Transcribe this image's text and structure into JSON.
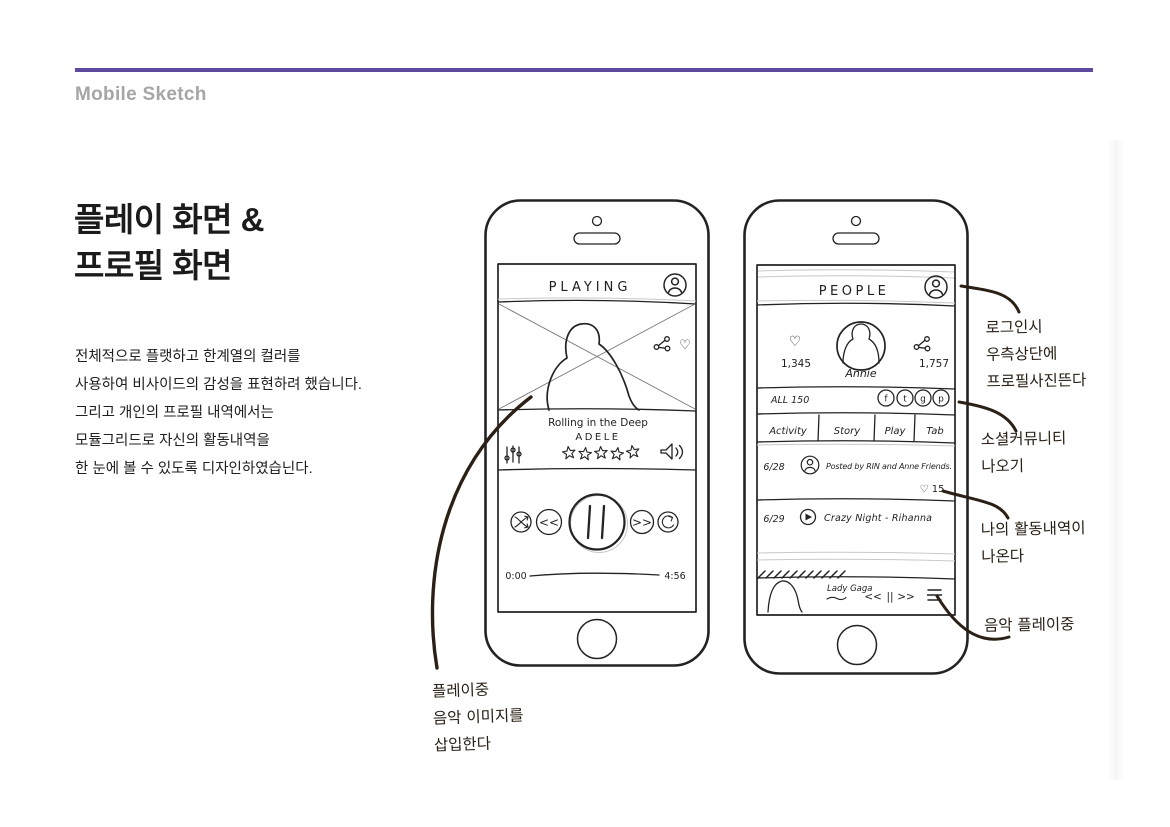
{
  "page": {
    "eyebrow": "Mobile Sketch",
    "title_lines": [
      "플레이 화면 &",
      "프로필 화면"
    ],
    "body_lines": [
      "전체적으로 플랫하고 한계열의 컬러를",
      "사용하여 비사이드의 감성을 표현하려 했습니다.",
      "그리고 개인의 프로필 내역에서는",
      "모듈그리드로 자신의 활동내역을",
      "한 눈에 볼 수 있도록 디자인하였습닌다."
    ],
    "accent_color": "#5b4a9e",
    "ink_color": "#2a2016"
  },
  "play_screen": {
    "header": "PLAYING",
    "song_title": "Rolling in the Deep",
    "artist": "ADELE",
    "rating_stars": 5,
    "heart_glyph": "♡",
    "controls": {
      "rewind": "<<",
      "pause_left": "",
      "forward": ">>"
    },
    "time_start": "0:00",
    "time_end": "4:56"
  },
  "profile_screen": {
    "header": "PEOPLE",
    "stats": {
      "heart_glyph": "♡",
      "likes": "1,345",
      "shares": "1,757"
    },
    "username": "Annie",
    "all_label": "ALL 150",
    "social_icons": [
      "f",
      "t",
      "g",
      "p"
    ],
    "tabs": [
      "Activity",
      "Story",
      "Play",
      "Tab"
    ],
    "feed": [
      {
        "date": "6/28",
        "text": "Posted by RIN and Anne Friends.",
        "likes": "♡ 15"
      },
      {
        "date": "6/29",
        "text": "Crazy Night - Rihanna"
      }
    ],
    "mini_player": {
      "artist": "Lady Gaga",
      "controls": {
        "rewind": "<<",
        "pause": "||",
        "forward": ">>"
      }
    }
  },
  "annotations": {
    "profile_photo": [
      "로그인시",
      "우측상단에",
      "프로필사진뜬다"
    ],
    "social_community": [
      "소셜커뮤니티",
      "나오기"
    ],
    "my_activity": [
      "나의 활동내역이",
      "나온다"
    ],
    "music_playing": [
      "음악 플레이중"
    ],
    "play_image": [
      "플레이중",
      "음악 이미지를",
      "삽입한다"
    ]
  }
}
